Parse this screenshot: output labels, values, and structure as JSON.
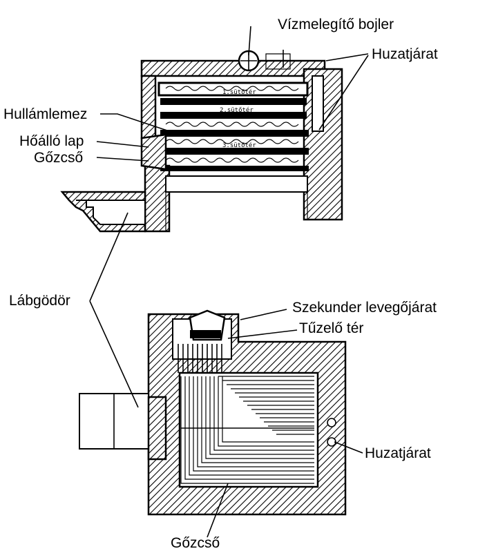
{
  "labels": {
    "water_heater": "Vízmelegítő bojler",
    "flue_top": "Huzatjárat",
    "corrugated_plate": "Hullámlemez",
    "refractory_plate": "Hőálló lap",
    "steam_pipe_top": "Gőzcső",
    "foot_pit": "Lábgödör",
    "secondary_air_duct": "Szekunder  levegőjárat",
    "firebox": "Tűzelő tér",
    "flue_bottom": "Huzatjárat",
    "steam_pipe_bottom": "Gőzcső"
  },
  "plate_marks": {
    "tier1": "1.sütőtér",
    "tier2": "2.sütőtér",
    "tier3": "3.sütőtér"
  }
}
